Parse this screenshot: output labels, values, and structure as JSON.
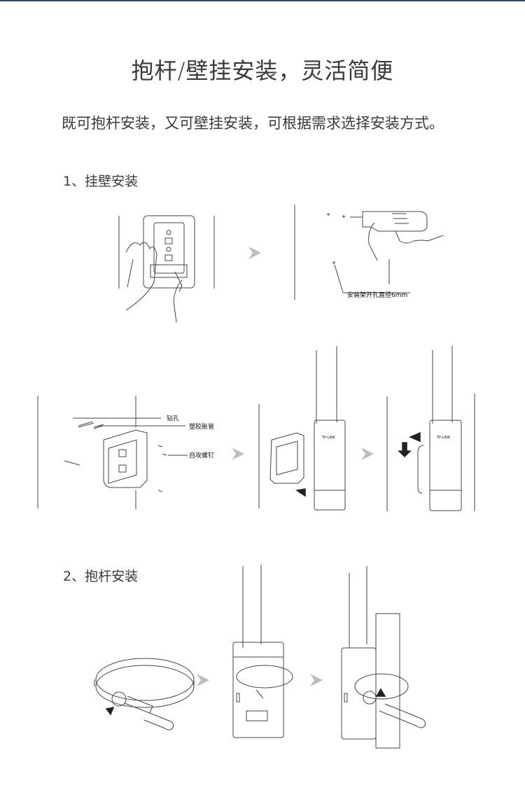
{
  "page": {
    "title": "抱杆/壁挂安装，灵活简便",
    "subtitle": "既可抱杆安装，又可壁挂安装，可根据需求选择安装方式。"
  },
  "sections": [
    {
      "heading": "1、挂壁安装"
    },
    {
      "heading": "2、抱杆安装"
    }
  ],
  "callouts": {
    "drill_hole_note": "安装架开孔直径6mm",
    "drill": "钻孔",
    "anchor": "塑胶胀管",
    "screw": "自攻螺钉"
  },
  "product": {
    "brand": "TP-LINK"
  },
  "colors": {
    "line": "#444444",
    "arrow": "#bdbdbd",
    "accent": "#2f4a6b"
  }
}
